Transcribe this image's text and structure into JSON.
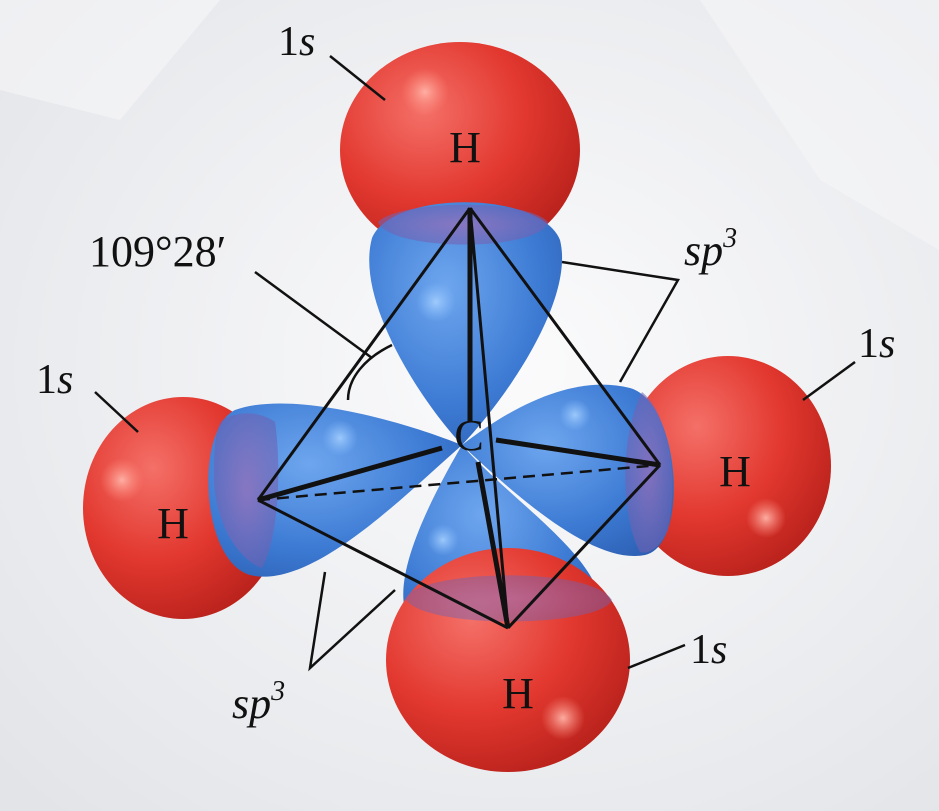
{
  "diagram": {
    "carbon_symbol": "C",
    "hydrogen_symbol": "H",
    "angle_label": "109°28′",
    "s_orbital": {
      "number": "1",
      "letter": "s"
    },
    "hybrid_orbital": {
      "base": "sp",
      "power": "3"
    },
    "colors": {
      "s_orbital": "#e53a32",
      "sp3_lobe": "#3f7fd6",
      "background": "#eeeff1",
      "lines": "#111111"
    }
  }
}
